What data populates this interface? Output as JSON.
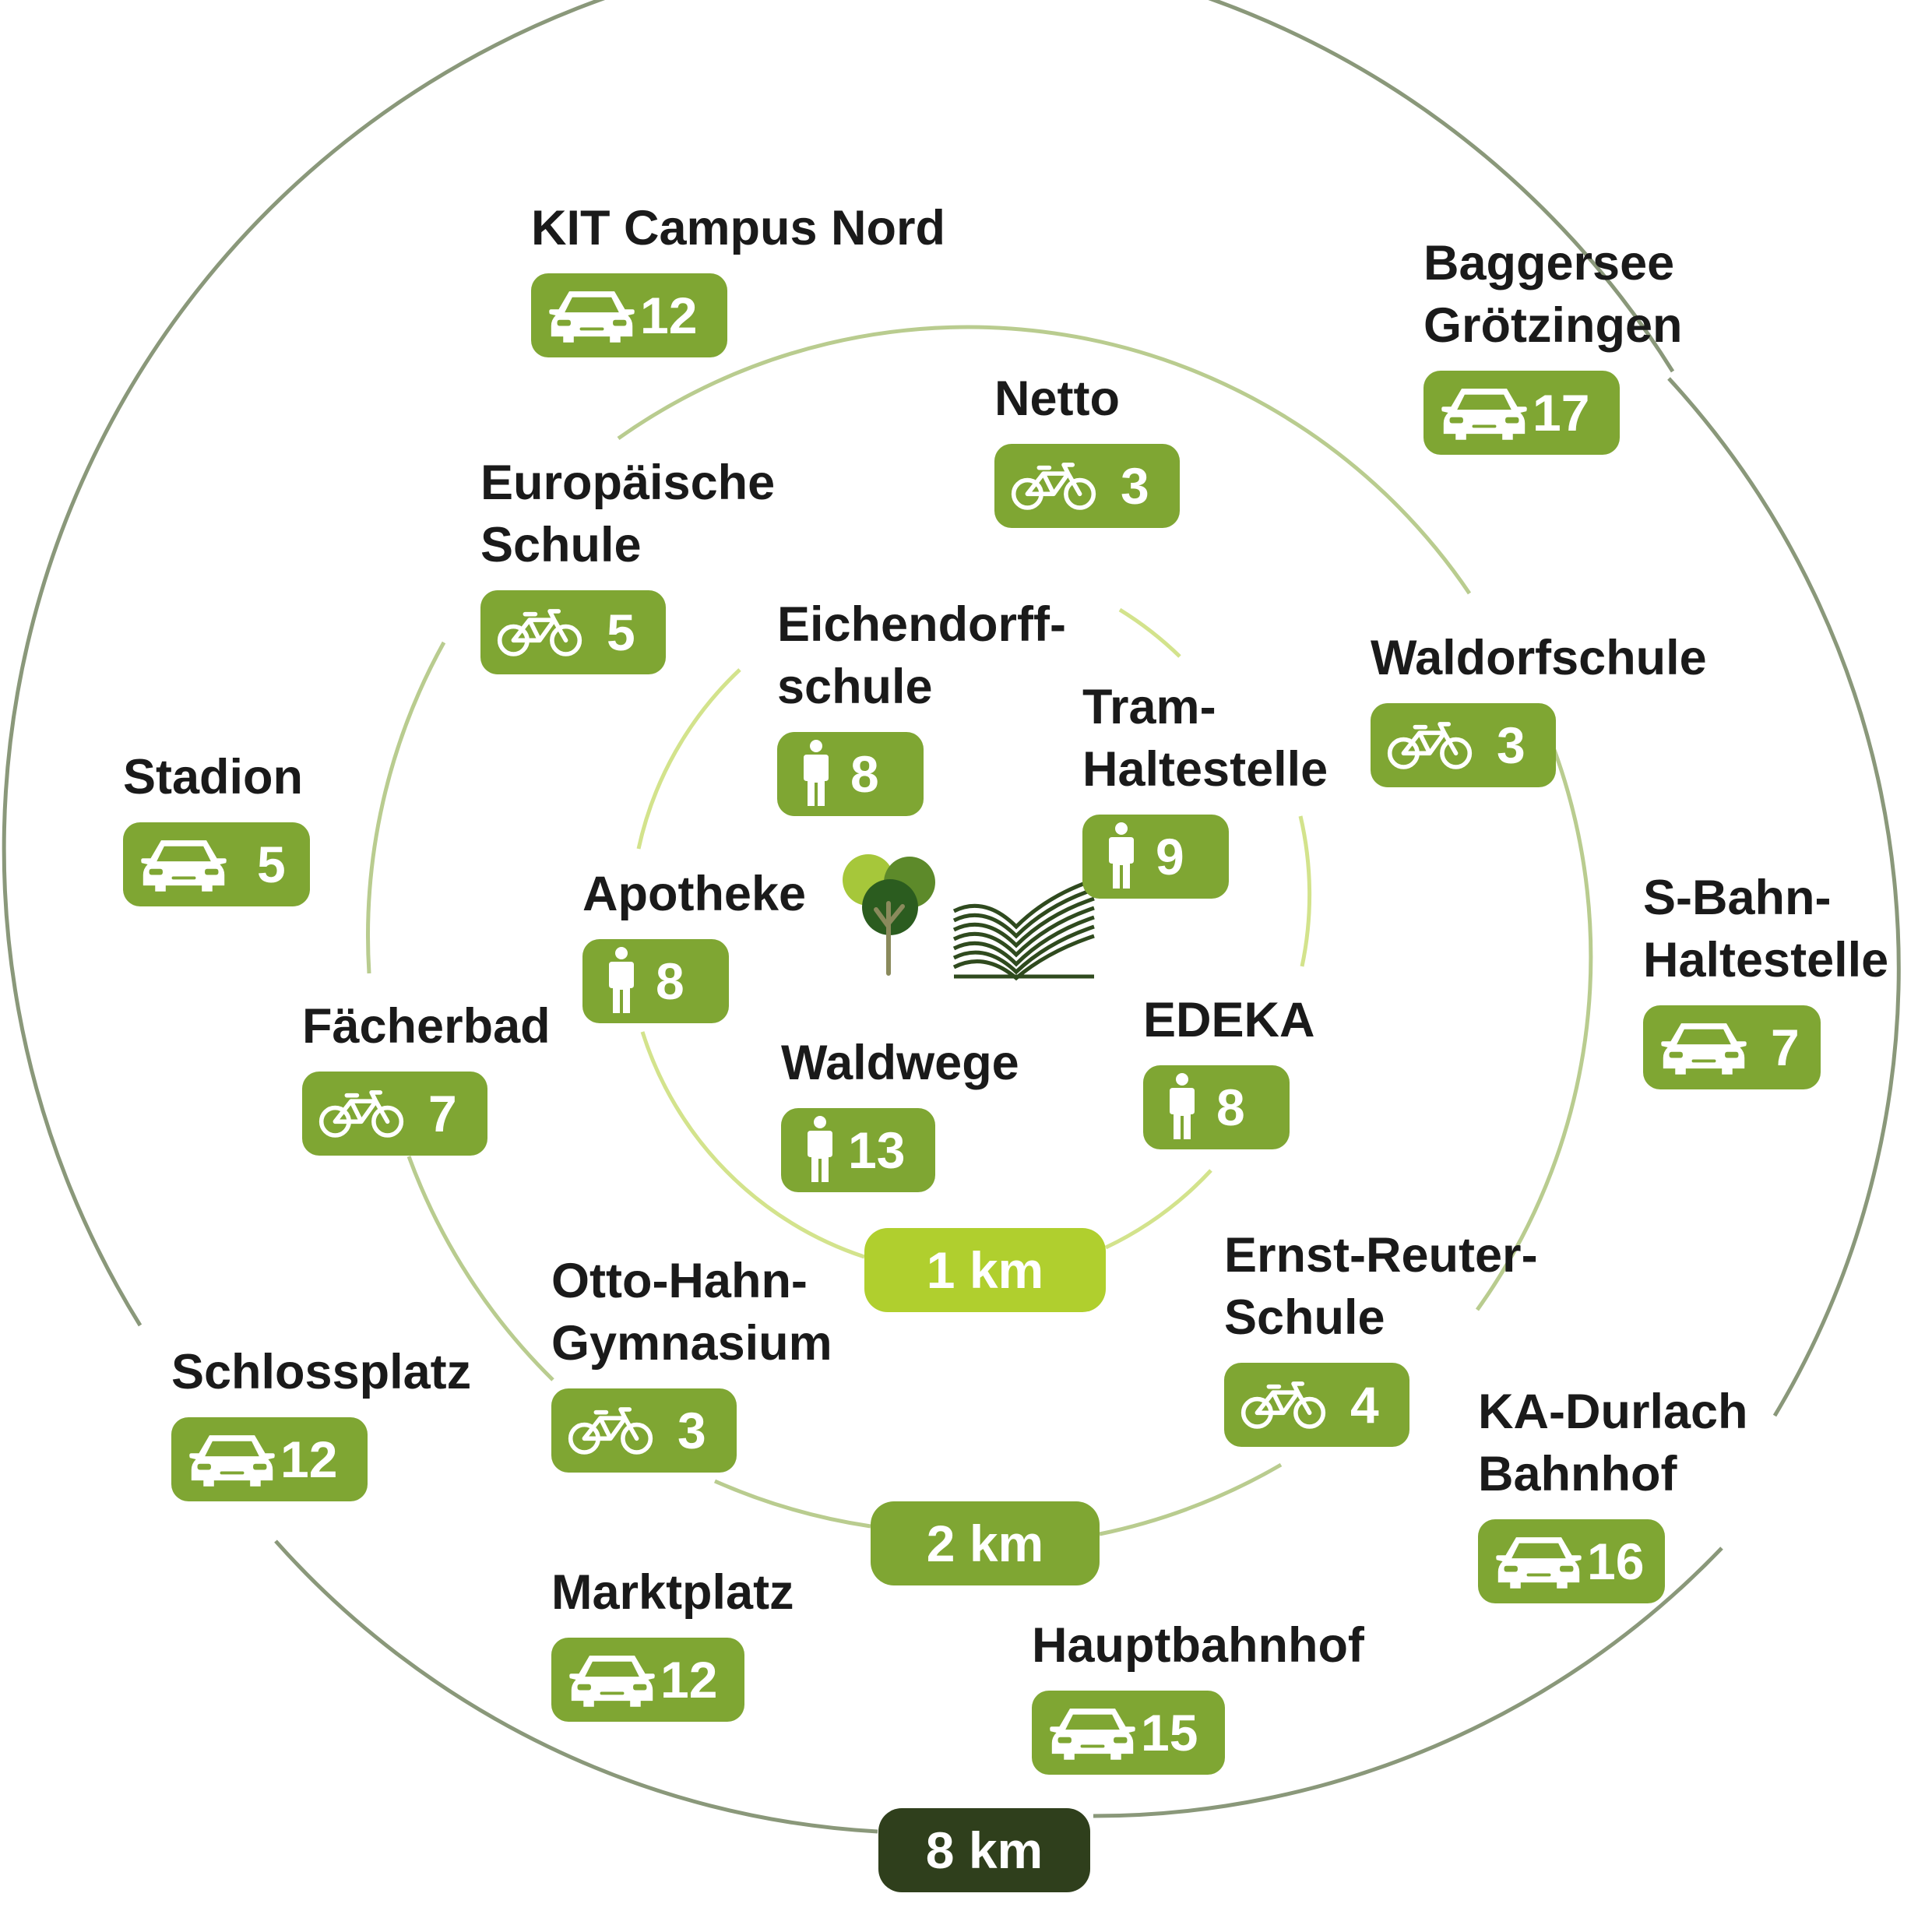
{
  "colors": {
    "badge": "#7fa633",
    "ring_1km": "#d3e38c",
    "ring_2km": "#b9cc8f",
    "ring_8km": "#8a987a",
    "km1_label": "#b0cf2e",
    "km2_label": "#7fa633",
    "km8_label": "#2f3f1c"
  },
  "rings": [
    {
      "id": "r1",
      "label": "1 km"
    },
    {
      "id": "r2",
      "label": "2 km"
    },
    {
      "id": "r8",
      "label": "8 km"
    }
  ],
  "places": [
    {
      "id": "kit",
      "lines": [
        "KIT Campus Nord"
      ],
      "mode": "car",
      "icon": "car-icon",
      "minutes": "12"
    },
    {
      "id": "baggersee",
      "lines": [
        "Baggersee",
        "Grötzingen"
      ],
      "mode": "car",
      "icon": "car-icon",
      "minutes": "17"
    },
    {
      "id": "netto",
      "lines": [
        "Netto"
      ],
      "mode": "bike",
      "icon": "bicycle-icon",
      "minutes": "3"
    },
    {
      "id": "europaeische",
      "lines": [
        "Europäische",
        "Schule"
      ],
      "mode": "bike",
      "icon": "bicycle-icon",
      "minutes": "5"
    },
    {
      "id": "eichendorff",
      "lines": [
        "Eichendorff-",
        "schule"
      ],
      "mode": "walk",
      "icon": "walking-person-icon",
      "minutes": "8"
    },
    {
      "id": "tram",
      "lines": [
        "Tram-",
        "Haltestelle"
      ],
      "mode": "walk",
      "icon": "walking-person-icon",
      "minutes": "9"
    },
    {
      "id": "waldorf",
      "lines": [
        "Waldorfschule"
      ],
      "mode": "bike",
      "icon": "bicycle-icon",
      "minutes": "3"
    },
    {
      "id": "stadion",
      "lines": [
        "Stadion"
      ],
      "mode": "car",
      "icon": "car-icon",
      "minutes": "5"
    },
    {
      "id": "apotheke",
      "lines": [
        "Apotheke"
      ],
      "mode": "walk",
      "icon": "walking-person-icon",
      "minutes": "8"
    },
    {
      "id": "sbahn",
      "lines": [
        "S-Bahn-",
        "Haltestelle"
      ],
      "mode": "car",
      "icon": "car-icon",
      "minutes": "7"
    },
    {
      "id": "faecherbad",
      "lines": [
        "Fächerbad"
      ],
      "mode": "bike",
      "icon": "bicycle-icon",
      "minutes": "7"
    },
    {
      "id": "edeka",
      "lines": [
        "EDEKA"
      ],
      "mode": "walk",
      "icon": "walking-person-icon",
      "minutes": "8"
    },
    {
      "id": "waldwege",
      "lines": [
        "Waldwege"
      ],
      "mode": "walk",
      "icon": "walking-person-icon",
      "minutes": "13"
    },
    {
      "id": "ernst",
      "lines": [
        "Ernst-Reuter-",
        "Schule"
      ],
      "mode": "bike",
      "icon": "bicycle-icon",
      "minutes": "4"
    },
    {
      "id": "otto",
      "lines": [
        "Otto-Hahn-",
        "Gymnasium"
      ],
      "mode": "bike",
      "icon": "bicycle-icon",
      "minutes": "3"
    },
    {
      "id": "schlossplatz",
      "lines": [
        "Schlossplatz"
      ],
      "mode": "car",
      "icon": "car-icon",
      "minutes": "12"
    },
    {
      "id": "kadurlach",
      "lines": [
        "KA-Durlach",
        "Bahnhof"
      ],
      "mode": "car",
      "icon": "car-icon",
      "minutes": "16"
    },
    {
      "id": "marktplatz",
      "lines": [
        "Marktplatz"
      ],
      "mode": "car",
      "icon": "car-icon",
      "minutes": "12"
    },
    {
      "id": "hauptbahnhof",
      "lines": [
        "Hauptbahnhof"
      ],
      "mode": "car",
      "icon": "car-icon",
      "minutes": "15"
    }
  ]
}
